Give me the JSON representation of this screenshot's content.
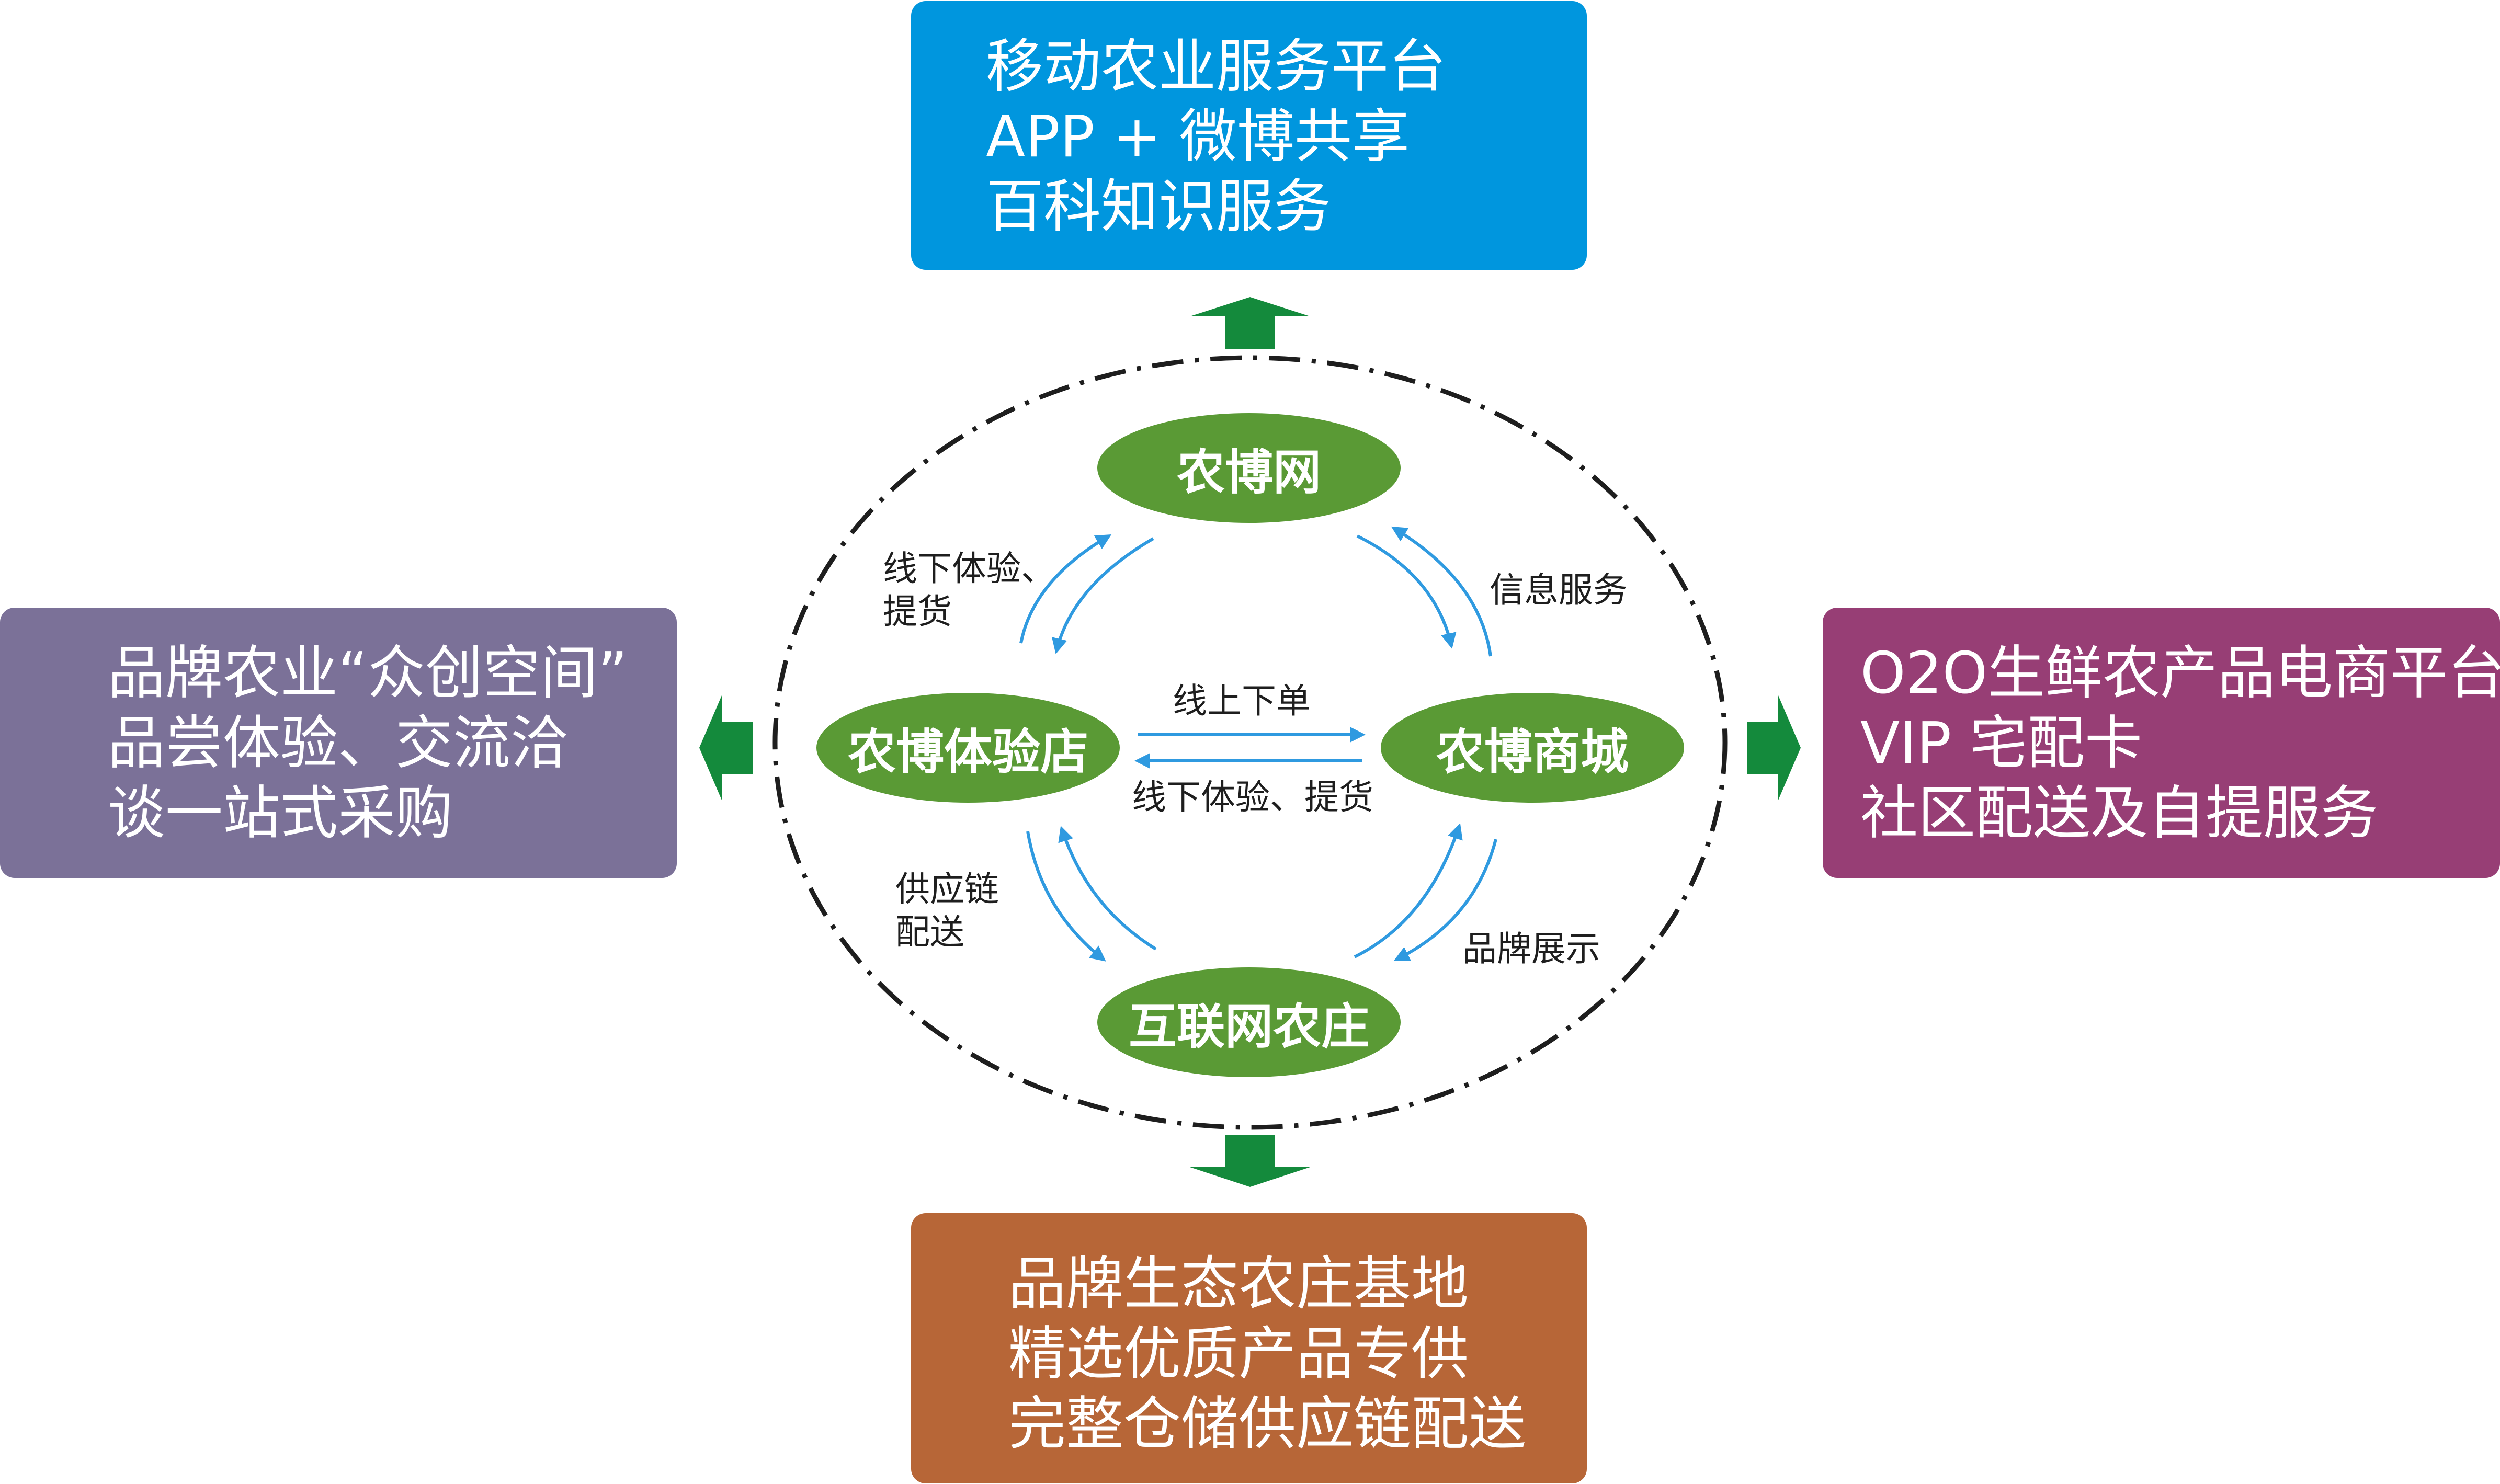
{
  "colors": {
    "top_box": "#0096de",
    "left_box": "#7b7198",
    "right_box": "#973e75",
    "bottom_box": "#b76637",
    "node_green": "#5a9a35",
    "arrow_green": "#148a3c",
    "cycle_arrow": "#2f9ae0",
    "ellipse_stroke": "#1e1e1e"
  },
  "top_box": {
    "lines": [
      "移动农业服务平台",
      "APP + 微博共享",
      "百科知识服务"
    ]
  },
  "left_box": {
    "lines": [
      "品牌农业“众创空间”",
      "品尝体验、交流洽",
      "谈一站式采购"
    ]
  },
  "right_box": {
    "lines": [
      "O2O生鲜农产品电商平台",
      "VIP 宅配卡",
      "社区配送及自提服务"
    ]
  },
  "bottom_box": {
    "lines": [
      "品牌生态农庄基地",
      "精选优质产品专供",
      "完整仓储供应链配送"
    ]
  },
  "nodes": {
    "top": "农博网",
    "left": "农博体验店",
    "right": "农博商城",
    "bottom": "互联网农庄"
  },
  "labels": {
    "top_left": [
      "线下体验、",
      "提货"
    ],
    "top_right": [
      "信息服务"
    ],
    "center_upper": "线上下单",
    "center_lower": "线下体验、提货",
    "bottom_left": [
      "供应链",
      "配送"
    ],
    "bottom_right": [
      "品牌展示"
    ]
  }
}
